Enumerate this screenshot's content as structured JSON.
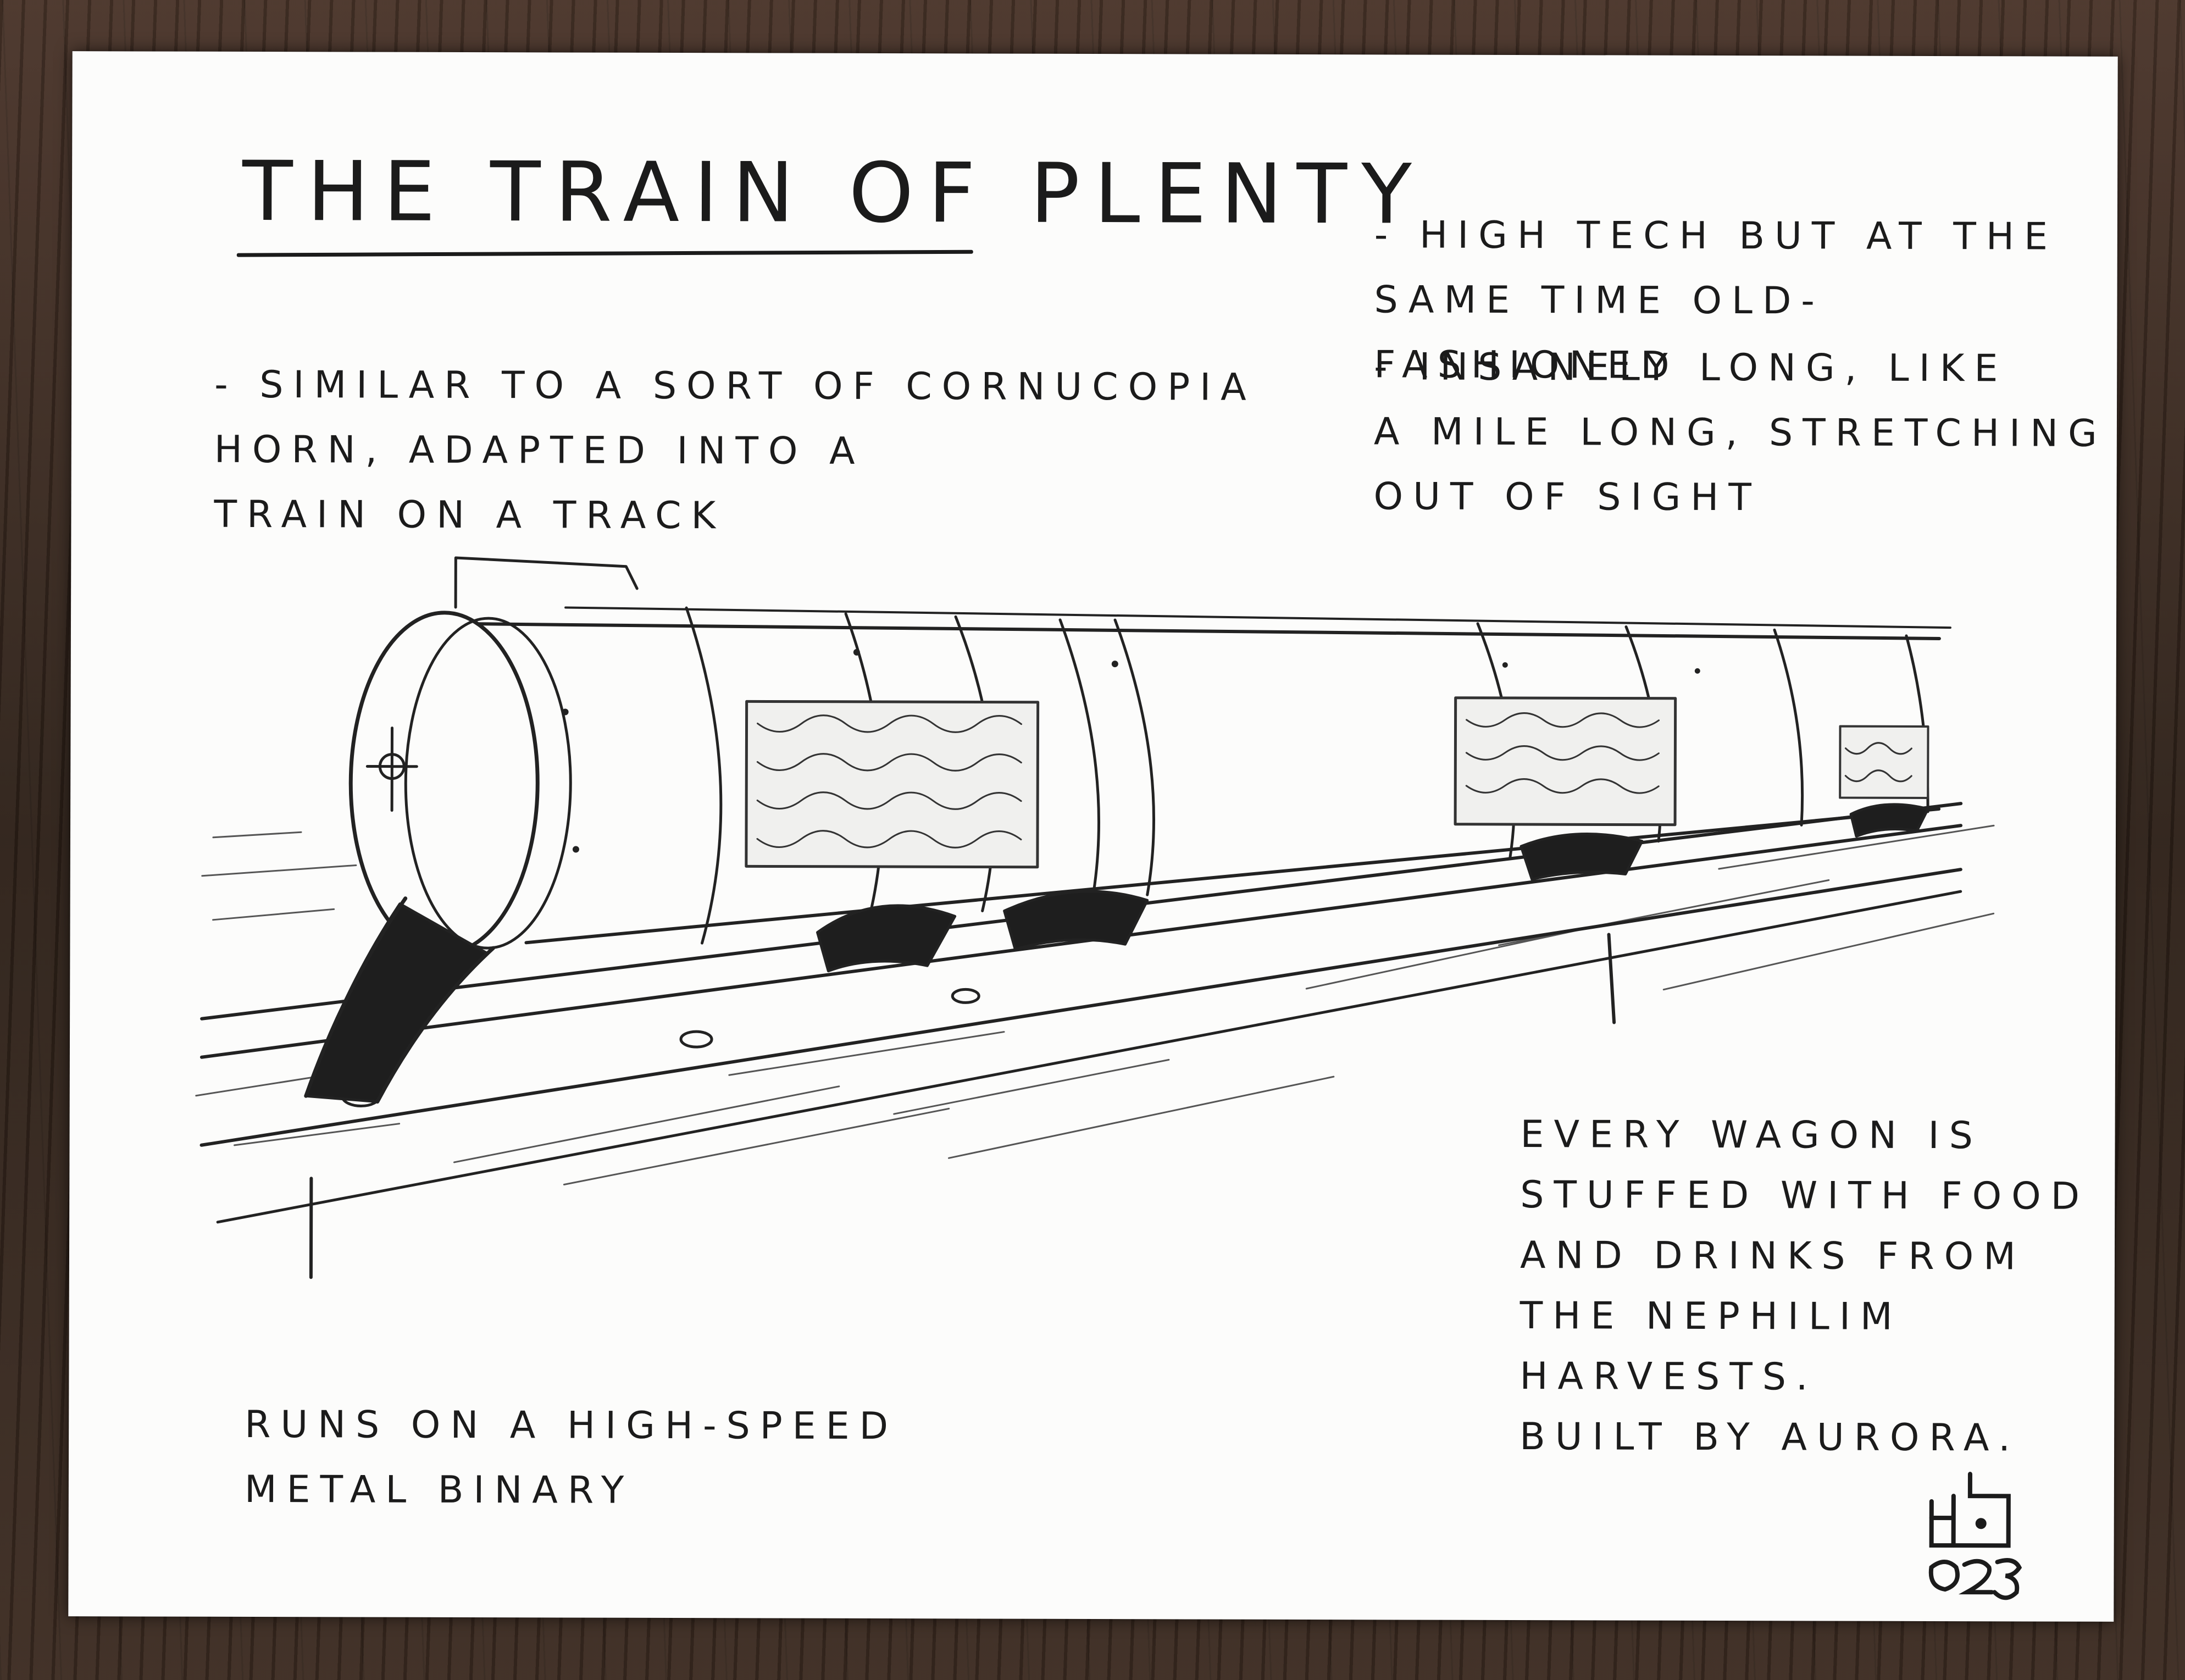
{
  "title": "THE TRAIN OF PLENTY",
  "notes": {
    "left_top": "- SIMILAR TO A SORT OF CORNUCOPIA\n   HORN, ADAPTED INTO A\n   TRAIN ON A TRACK",
    "right_top_1": "- HIGH TECH BUT AT THE\n  SAME TIME OLD-FASHIONED",
    "right_top_2": "- INSANELY LONG, LIKE\n  A MILE LONG, STRETCHING\n  OUT OF SIGHT",
    "bottom_right": "EVERY WAGON IS\nSTUFFED WITH FOOD\nAND DRINKS FROM\nTHE NEPHILIM HARVESTS.\nBUILT BY AURORA.",
    "bottom_left": "RUNS ON A HIGH-SPEED\nMETAL BINARY"
  },
  "signature_year": "023",
  "colors": {
    "paper": "#fcfcfb",
    "ink": "#1b1b1b",
    "wood": "#3a2a20"
  }
}
